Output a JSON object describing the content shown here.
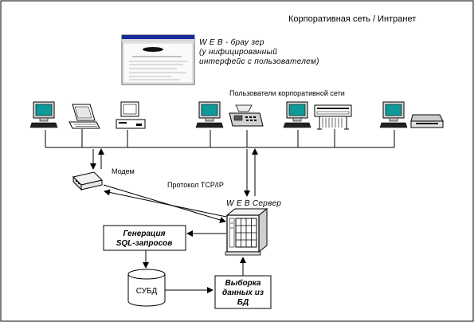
{
  "diagram": {
    "title": "Корпоративная сеть / Интранет",
    "browser_label": {
      "line1": "W E B - брау зер",
      "line2": "(у нифицированный",
      "line3": "интерфейс с пользователем)"
    },
    "browser_window_text": {
      "title_bar": "",
      "heading": "",
      "body_lines": [
        "",
        "",
        ""
      ]
    },
    "users_label": "Пользователи корпоративной сети",
    "modem_label": "Модем",
    "protocol_label": "Протокол TCP/IP",
    "server_label": "W E B  Сервер",
    "sql_box": {
      "line1": "Генерация",
      "line2": "SQL-запросов"
    },
    "dbms_label": "СУБД",
    "fetch_box": {
      "line1": "Выборка",
      "line2": "данных из",
      "line3": "БД"
    },
    "colors": {
      "monitor_screen": "#0f9a9a",
      "device_fill": "#dcdcdc",
      "line": "#000000",
      "border": "#000000"
    },
    "icons": {
      "workstation": "desktop-computer-icon",
      "laptop": "laptop-icon",
      "desktop_box": "desktop-case-icon",
      "fax": "fax-machine-icon",
      "plotter": "plotter-icon",
      "printer": "printer-icon",
      "modem": "modem-icon",
      "server": "web-server-icon",
      "database": "database-cylinder-icon"
    }
  }
}
